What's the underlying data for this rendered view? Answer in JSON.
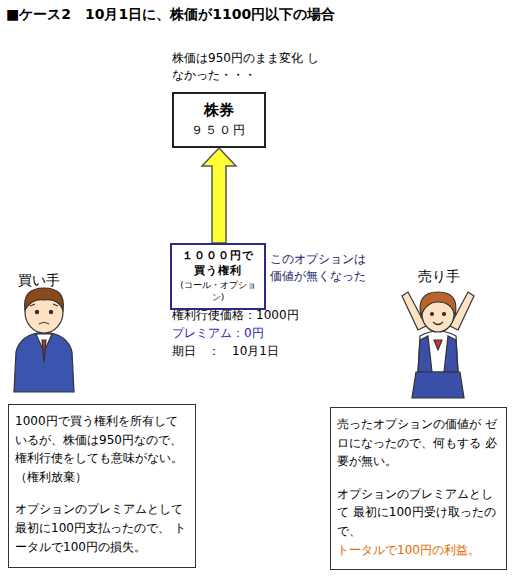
{
  "diagram": {
    "title": "■ケース2　10月1日に、株価が1100円以下の場合",
    "nodes": [
      {
        "text": [
          "株券",
          "９５０円"
        ]
      },
      {
        "text": [
          "１０００円で 買う権利",
          "(コール・オプション)"
        ]
      },
      {
        "text": [
          "1000円で買う権利を所有して いるが、株価は950円なので、 権利行使をしても意味がない。 （権利放棄）",
          "オプションのプレミアムとして 最初に100円支払ったので、 トータルで100円の損失。"
        ]
      },
      {
        "text": [
          "売ったオプションの価値が ゼロになったので、何もする 必要が無い。",
          "オプションのプレミアムとして 最初に100円受け取ったので、",
          "トータルで100円の利益。"
        ]
      }
    ],
    "edges": [
      {
        "from": 1,
        "to": 0,
        "arrow": "to"
      }
    ],
    "labels": [
      "株価は950円のまま変化 しなかった・・・",
      "このオプションは 価値が無くなった",
      "権利行使価格：1000円",
      "プレミアム：0円",
      "期日　：　10月1日",
      "買い手",
      "売り手"
    ]
  }
}
